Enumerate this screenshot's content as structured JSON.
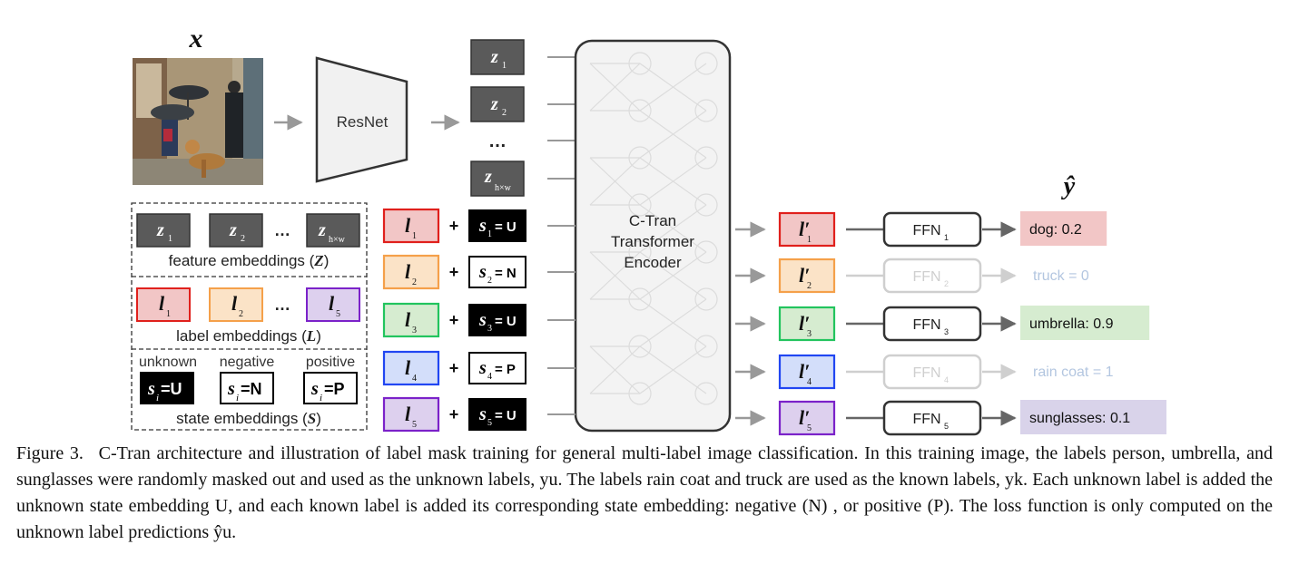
{
  "diagram": {
    "input_label": "x",
    "backbone_label": "ResNet",
    "feature_tokens": [
      {
        "letter": "z",
        "sub": "1"
      },
      {
        "letter": "z",
        "sub": "2"
      },
      {
        "letter": "z",
        "sub": "h×w"
      }
    ],
    "ellipsis": "…",
    "legend": {
      "feature_caption": "feature embeddings (",
      "feature_symbol": "Z",
      "label_caption": "label embeddings (",
      "label_symbol": "L",
      "state_caption": "state embeddings (",
      "state_symbol": "S",
      "close_paren": ")",
      "feature_tokens": [
        {
          "letter": "z",
          "sub": "1"
        },
        {
          "letter": "z",
          "sub": "2"
        },
        {
          "letter": "z",
          "sub": "h×w"
        }
      ],
      "label_tokens": [
        {
          "letter": "l",
          "sub": "1",
          "color": "#e0201c",
          "fill": "#f2c6c6"
        },
        {
          "letter": "l",
          "sub": "2",
          "color": "#f5a04a",
          "fill": "#fbe3c7"
        },
        {
          "letter": "l",
          "sub": "5",
          "color": "#7b22c9",
          "fill": "#ddd0ee"
        }
      ],
      "states": [
        {
          "name": "unknown",
          "text": "=U",
          "dark": true
        },
        {
          "name": "negative",
          "text": "=N",
          "dark": false
        },
        {
          "name": "positive",
          "text": "=P",
          "dark": false
        }
      ]
    },
    "plus": "+",
    "rows": [
      {
        "label_sub": "1",
        "color": "#e0201c",
        "fill": "#f2c6c6",
        "state_sub": "1",
        "state_value": "= U",
        "state_dark": true,
        "out_sub": "1",
        "ffn_sub": "1",
        "ffn_active": true,
        "prediction": "dog: 0.2",
        "pred_fill": "#f2c6c6"
      },
      {
        "label_sub": "2",
        "color": "#f5a04a",
        "fill": "#fbe3c7",
        "state_sub": "2",
        "state_value": "= N",
        "state_dark": false,
        "out_sub": "2",
        "ffn_sub": "2",
        "ffn_active": false,
        "prediction": "truck = 0",
        "pred_fill": ""
      },
      {
        "label_sub": "3",
        "color": "#22c45e",
        "fill": "#d6ecd0",
        "state_sub": "3",
        "state_value": "= U",
        "state_dark": true,
        "out_sub": "3",
        "ffn_sub": "3",
        "ffn_active": true,
        "prediction": "umbrella: 0.9",
        "pred_fill": "#d6ecd0"
      },
      {
        "label_sub": "4",
        "color": "#2146f2",
        "fill": "#d3defa",
        "state_sub": "4",
        "state_value": "= P",
        "state_dark": false,
        "out_sub": "4",
        "ffn_sub": "4",
        "ffn_active": false,
        "prediction": "rain coat = 1",
        "pred_fill": ""
      },
      {
        "label_sub": "5",
        "color": "#7b22c9",
        "fill": "#ddd0ee",
        "state_sub": "5",
        "state_value": "= U",
        "state_dark": true,
        "out_sub": "5",
        "ffn_sub": "5",
        "ffn_active": true,
        "prediction": "sunglasses: 0.1",
        "pred_fill": "#d9d3ea"
      }
    ],
    "encoder_line1": "C-Tran",
    "encoder_line2": "Transformer",
    "encoder_line3": "Encoder",
    "ffn_text": "FFN",
    "output_header": "ŷ"
  },
  "caption": {
    "figure_label": "Figure 3.",
    "text": "C-Tran architecture and illustration of label mask training for general multi-label image classification. In this training image, the labels person, umbrella, and sunglasses were randomly masked out and used as the unknown labels, yu. The labels rain coat and truck are used as the known labels, yk. Each unknown label is added the unknown state embedding U, and each known label is added its corresponding state embedding: negative (N) , or positive (P). The loss function is only computed on the unknown label predictions ŷu."
  }
}
